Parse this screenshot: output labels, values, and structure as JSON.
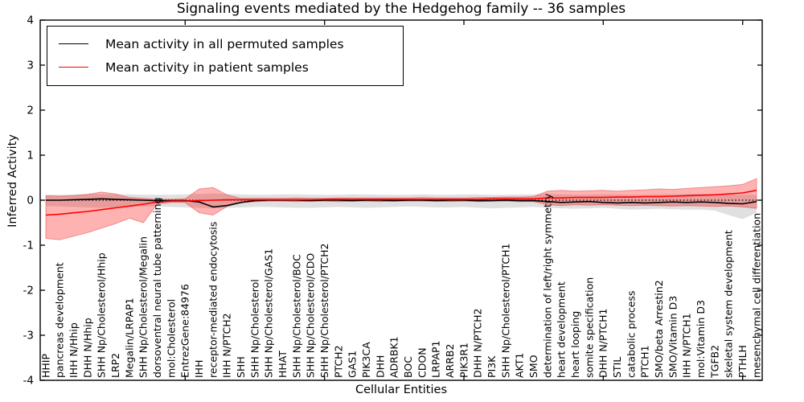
{
  "chart_data": {
    "type": "line",
    "title": "Signaling events mediated by the Hedgehog family -- 36 samples",
    "xlabel": "Cellular Entities",
    "ylabel": "Inferred Activity",
    "ylim": [
      -4,
      4
    ],
    "yticks": [
      "-4",
      "-3",
      "-2",
      "-1",
      "0",
      "1",
      "2",
      "3",
      "4"
    ],
    "x_major_ticks": [
      10,
      20,
      30,
      40,
      50
    ],
    "grid": false,
    "legend_position": "upper left",
    "legend": [
      {
        "label": "Mean activity in all permuted samples",
        "color": "#000000"
      },
      {
        "label": "Mean activity in patient samples",
        "color": "#ff0000"
      }
    ],
    "zero_reference_line": {
      "y": 0,
      "style": "dotted",
      "color": "#000000"
    },
    "categories": [
      "HHIP",
      "pancreas development",
      "IHH N/Hhip",
      "DHH N/Hhip",
      "SHH Np/Cholesterol/Hhip",
      "LRP2",
      "Megalin/LRPAP1",
      "SHH Np/Cholesterol/Megalin",
      "dorsoventral neural tube patterning",
      "mol:Cholesterol",
      "EntrezGene:84976",
      "IHH",
      "receptor-mediated endocytosis",
      "IHH N/PTCH2",
      "SHH",
      "SHH Np/Cholesterol",
      "SHH Np/Cholesterol/GAS1",
      "HHAT",
      "SHH Np/Cholesterol/BOC",
      "SHH Np/Cholesterol/CDO",
      "SHH Np/Cholesterol/PTCH2",
      "PTCH2",
      "GAS1",
      "PIK3CA",
      "DHH",
      "ADRBK1",
      "BOC",
      "CDON",
      "LRPAP1",
      "ARRB2",
      "PIK3R1",
      "DHH N/PTCH2",
      "PI3K",
      "SHH Np/Cholesterol/PTCH1",
      "AKT1",
      "SMO",
      "determination of left/right symmetry",
      "heart development",
      "heart looping",
      "somite specification",
      "DHH N/PTCH1",
      "STIL",
      "catabolic process",
      "PTCH1",
      "SMO/beta Arrestin2",
      "SMO/Vitamin D3",
      "IHH N/PTCH1",
      "mol:Vitamin D3",
      "TGFB2",
      "skeletal system development",
      "PTHLH",
      "mesenchymal cell differentiation"
    ],
    "series": [
      {
        "name": "mean-activity-permuted",
        "color": "#000000",
        "values": [
          0.0,
          0.0,
          0.01,
          0.02,
          0.03,
          0.02,
          0.01,
          0.0,
          -0.01,
          -0.01,
          -0.01,
          -0.04,
          -0.15,
          -0.12,
          -0.05,
          -0.01,
          0.0,
          0.0,
          0.0,
          -0.01,
          0.0,
          0.0,
          -0.01,
          0.0,
          0.0,
          -0.01,
          0.0,
          0.0,
          -0.01,
          0.0,
          0.0,
          -0.01,
          -0.01,
          0.0,
          -0.01,
          -0.01,
          -0.03,
          -0.05,
          -0.04,
          -0.03,
          -0.05,
          -0.06,
          -0.05,
          -0.06,
          -0.05,
          -0.04,
          -0.05,
          -0.04,
          -0.05,
          -0.07,
          -0.08,
          -0.03
        ]
      },
      {
        "name": "mean-activity-patient",
        "color": "#ff0000",
        "values": [
          -0.33,
          -0.31,
          -0.28,
          -0.25,
          -0.21,
          -0.17,
          -0.13,
          -0.09,
          -0.04,
          -0.02,
          -0.02,
          -0.01,
          0.0,
          0.01,
          0.01,
          0.01,
          0.01,
          0.01,
          0.01,
          0.01,
          0.02,
          0.02,
          0.02,
          0.02,
          0.02,
          0.02,
          0.02,
          0.02,
          0.02,
          0.02,
          0.02,
          0.02,
          0.03,
          0.03,
          0.03,
          0.03,
          0.05,
          0.05,
          0.06,
          0.06,
          0.06,
          0.07,
          0.07,
          0.08,
          0.08,
          0.09,
          0.1,
          0.11,
          0.12,
          0.14,
          0.16,
          0.22
        ]
      }
    ],
    "bands": [
      {
        "name": "permuted-range",
        "fill": "rgba(0,0,0,0.12)",
        "top": [
          0.12,
          0.12,
          0.13,
          0.14,
          0.14,
          0.13,
          0.13,
          0.12,
          0.12,
          0.12,
          0.13,
          0.14,
          0.15,
          0.14,
          0.13,
          0.12,
          0.12,
          0.13,
          0.13,
          0.12,
          0.12,
          0.12,
          0.13,
          0.13,
          0.12,
          0.12,
          0.12,
          0.13,
          0.12,
          0.12,
          0.13,
          0.13,
          0.12,
          0.12,
          0.13,
          0.13,
          0.14,
          0.13,
          0.12,
          0.12,
          0.13,
          0.13,
          0.12,
          0.12,
          0.13,
          0.13,
          0.14,
          0.14,
          0.13,
          0.12,
          0.12,
          0.12
        ],
        "bottom": [
          -0.13,
          -0.14,
          -0.15,
          -0.16,
          -0.17,
          -0.16,
          -0.15,
          -0.14,
          -0.14,
          -0.15,
          -0.16,
          -0.17,
          -0.18,
          -0.17,
          -0.16,
          -0.15,
          -0.15,
          -0.16,
          -0.17,
          -0.17,
          -0.16,
          -0.15,
          -0.16,
          -0.17,
          -0.16,
          -0.15,
          -0.14,
          -0.15,
          -0.16,
          -0.16,
          -0.15,
          -0.17,
          -0.18,
          -0.17,
          -0.16,
          -0.15,
          -0.17,
          -0.18,
          -0.19,
          -0.18,
          -0.17,
          -0.19,
          -0.21,
          -0.2,
          -0.19,
          -0.2,
          -0.21,
          -0.21,
          -0.23,
          -0.33,
          -0.42,
          -0.28
        ]
      },
      {
        "name": "patient-range",
        "fill": "rgba(255,0,0,0.30)",
        "stroke": "rgba(220,50,50,0.45)",
        "top": [
          0.1,
          0.09,
          0.1,
          0.13,
          0.18,
          0.14,
          0.06,
          0.04,
          0.02,
          0.02,
          0.03,
          0.25,
          0.28,
          0.12,
          0.04,
          0.04,
          0.04,
          0.04,
          0.05,
          0.04,
          0.04,
          0.05,
          0.05,
          0.05,
          0.05,
          0.05,
          0.05,
          0.06,
          0.05,
          0.05,
          0.05,
          0.06,
          0.06,
          0.07,
          0.07,
          0.08,
          0.2,
          0.22,
          0.2,
          0.21,
          0.22,
          0.2,
          0.22,
          0.23,
          0.25,
          0.24,
          0.26,
          0.28,
          0.3,
          0.32,
          0.35,
          0.48
        ],
        "bottom": [
          -0.85,
          -0.88,
          -0.8,
          -0.72,
          -0.62,
          -0.52,
          -0.4,
          -0.5,
          -0.08,
          -0.05,
          -0.05,
          -0.28,
          -0.33,
          -0.14,
          -0.05,
          -0.03,
          -0.02,
          -0.02,
          -0.03,
          -0.02,
          -0.02,
          -0.03,
          -0.02,
          -0.02,
          -0.03,
          -0.02,
          -0.02,
          -0.02,
          -0.02,
          -0.03,
          -0.02,
          -0.03,
          -0.02,
          -0.02,
          -0.03,
          -0.03,
          -0.1,
          -0.12,
          -0.1,
          -0.11,
          -0.1,
          -0.11,
          -0.12,
          -0.11,
          -0.12,
          -0.13,
          -0.12,
          -0.13,
          -0.14,
          -0.13,
          -0.15,
          -0.18
        ]
      }
    ]
  },
  "colors": {
    "axis": "#000000",
    "background": "#ffffff",
    "permuted_line": "#000000",
    "patient_line": "#ff0000"
  }
}
